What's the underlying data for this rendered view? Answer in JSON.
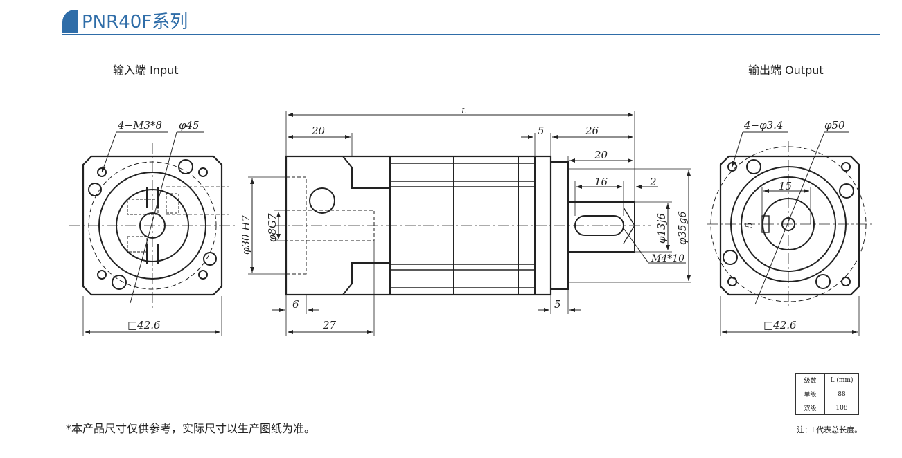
{
  "title": "PNR40F系列",
  "input_label": "输入端  Input",
  "output_label": "输出端  Output",
  "dims": {
    "input_bolt": "4−M3*8",
    "input_pilot": "φ45",
    "input_square": "□42.6",
    "L": "L",
    "d20_top": "20",
    "d5_top": "5",
    "d26": "26",
    "d20_shaft": "20",
    "d16": "16",
    "d2": "2",
    "d30": "φ30 H7",
    "d8": "φ8G7",
    "d13": "φ13j6",
    "d35": "φ35g6",
    "thread": "M4*10",
    "d6": "6",
    "d27": "27",
    "d5_bottom": "5",
    "output_bolt": "4−φ3.4",
    "output_pcd": "φ50",
    "d15": "15",
    "d5_key": "5",
    "output_square": "□42.6"
  },
  "note": "*本产品尺寸仅供参考，实际尺寸以生产图纸为准。",
  "length_table": {
    "header": [
      "级数",
      "L (mm)"
    ],
    "rows": [
      [
        "单级",
        "88"
      ],
      [
        "双级",
        "108"
      ]
    ],
    "note": "注：L代表总长度。"
  }
}
